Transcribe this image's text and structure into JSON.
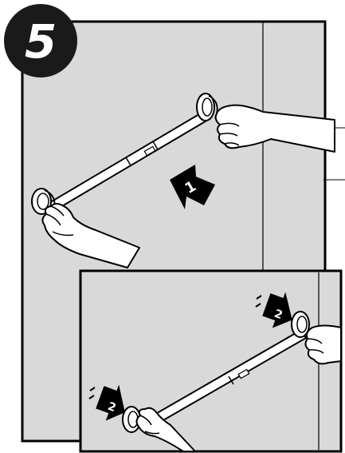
{
  "step": {
    "number": "5"
  },
  "main_panel": {
    "arrow": {
      "label": "1"
    }
  },
  "inset_panel": {
    "arrow_top": {
      "label": "2"
    },
    "arrow_bottom": {
      "label": "2"
    }
  },
  "colors": {
    "wall": "#d9d9d9",
    "outline": "#000000",
    "badge": "#1a1a1a",
    "hand": "#ffffff"
  }
}
